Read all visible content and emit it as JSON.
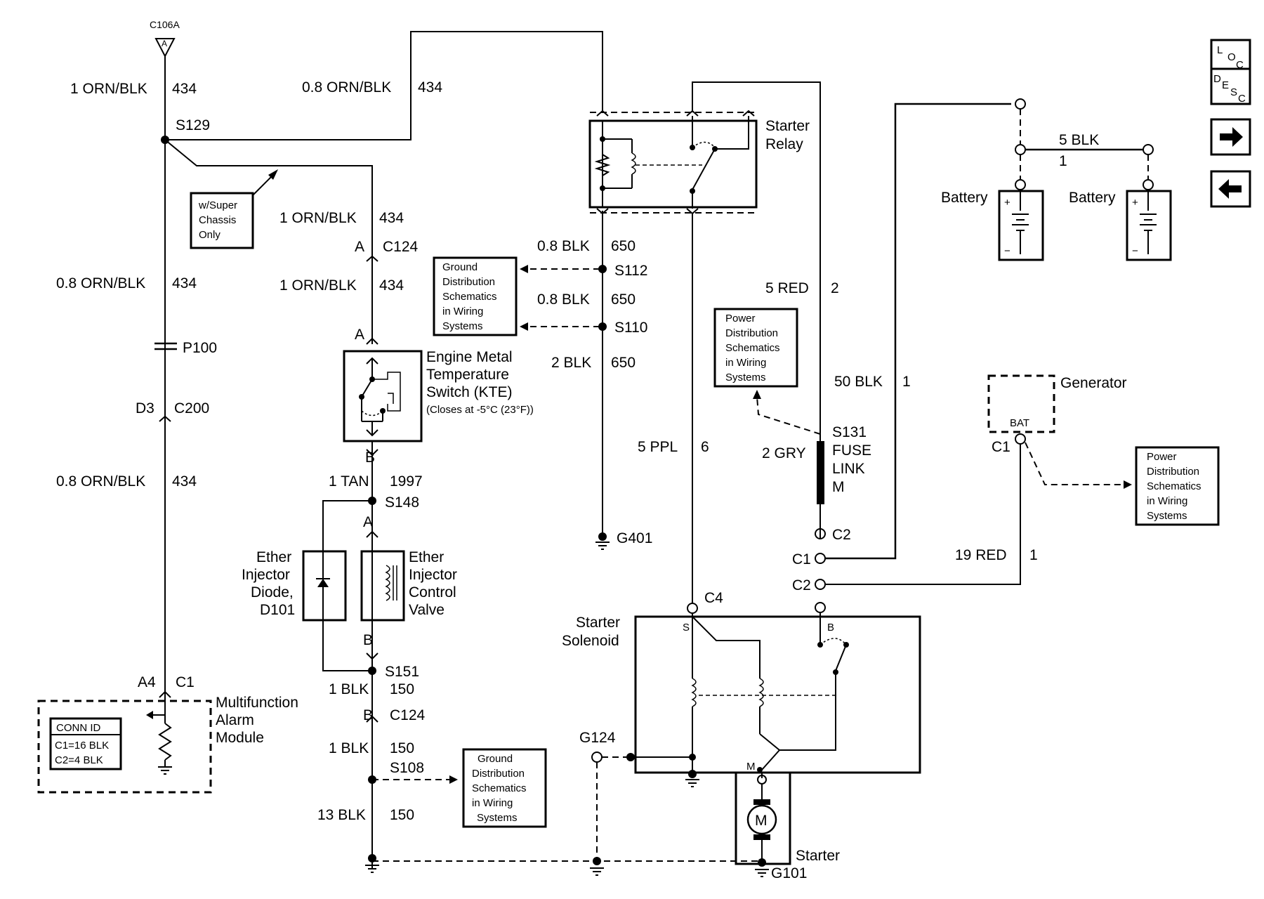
{
  "wires": {
    "w434_top_left": {
      "gauge": "1 ORN/BLK",
      "circuit": "434"
    },
    "w434_top_mid": {
      "gauge": "0.8 ORN/BLK",
      "circuit": "434"
    },
    "w434_kte_upper": {
      "gauge": "1 ORN/BLK",
      "circuit": "434"
    },
    "w434_kte_lower": {
      "gauge": "1 ORN/BLK",
      "circuit": "434"
    },
    "w434_left_upper": {
      "gauge": "0.8 ORN/BLK",
      "circuit": "434"
    },
    "w434_left_lower": {
      "gauge": "0.8 ORN/BLK",
      "circuit": "434"
    },
    "w650_a": {
      "gauge": "0.8 BLK",
      "circuit": "650"
    },
    "w650_b": {
      "gauge": "0.8 BLK",
      "circuit": "650"
    },
    "w650_c": {
      "gauge": "2 BLK",
      "circuit": "650"
    },
    "w1997": {
      "gauge": "1 TAN",
      "circuit": "1997"
    },
    "w150_a": {
      "gauge": "1 BLK",
      "circuit": "150"
    },
    "w150_b": {
      "gauge": "1 BLK",
      "circuit": "150"
    },
    "w150_c": {
      "gauge": "13 BLK",
      "circuit": "150"
    },
    "w6": {
      "gauge": "5 PPL",
      "circuit": "6"
    },
    "w2_red": {
      "gauge": "5 RED",
      "circuit": "2"
    },
    "w1_50blk": {
      "gauge": "50 BLK",
      "circuit": "1"
    },
    "w2gry": {
      "gauge": "2 GRY"
    },
    "w19red": {
      "gauge": "19 RED",
      "circuit": "1"
    },
    "w5blk": {
      "gauge": "5 BLK",
      "circuit": "1"
    }
  },
  "connectors": {
    "c106a": "C106A",
    "c106a_pin": "A",
    "s129": "S129",
    "p100": "P100",
    "d3": "D3",
    "c200": "C200",
    "a4": "A4",
    "c1_mam": "C1",
    "kte_a_top": "A",
    "c124_top": "C124",
    "kte_a_bottom": "A",
    "kte_b": "B",
    "s148": "S148",
    "ether_a": "A",
    "ether_b": "B",
    "s151": "S151",
    "c124_b_pin": "B",
    "c124_bottom": "C124",
    "s108": "S108",
    "s112": "S112",
    "s110": "S110",
    "g401": "G401",
    "g124": "G124",
    "g101": "G101",
    "c4": "C4",
    "sol_s": "S",
    "sol_b": "B",
    "sol_m": "M",
    "s131": "S131",
    "fuse_link": [
      "FUSE",
      "LINK",
      "M"
    ],
    "c2_top": "C2",
    "c1_starter": "C1",
    "c2_starter": "C2",
    "gen_c1": "C1",
    "gen_bat": "BAT",
    "motor_m": "M"
  },
  "components": {
    "super_chassis_note": [
      "w/Super",
      "Chassis",
      "Only"
    ],
    "kte_label": [
      "Engine Metal",
      "Temperature",
      "Switch (KTE)"
    ],
    "kte_note": "(Closes at -5°C (23°F))",
    "ether_diode": [
      "Ether",
      "Injector",
      "Diode,",
      "D101"
    ],
    "ether_valve": [
      "Ether",
      "Injector",
      "Control",
      "Valve"
    ],
    "mam": [
      "Multifunction",
      "Alarm",
      "Module"
    ],
    "conn_id": [
      "CONN ID",
      "C1=16 BLK",
      "C2=4 BLK"
    ],
    "starter_relay": [
      "Starter",
      "Relay"
    ],
    "starter_solenoid": [
      "Starter",
      "Solenoid"
    ],
    "starter": "Starter",
    "generator": "Generator",
    "battery_left": "Battery",
    "battery_right": "Battery",
    "battery_plus": "+",
    "battery_minus": "−"
  },
  "references": {
    "ground_dist_1": [
      "Ground",
      "Distribution",
      "Schematics",
      "in Wiring",
      "Systems"
    ],
    "ground_dist_2": [
      "Ground",
      "Distribution",
      "Schematics",
      "in Wiring",
      "Systems"
    ],
    "power_dist_1": [
      "Power",
      "Distribution",
      "Schematics",
      "in Wiring",
      "Systems"
    ],
    "power_dist_2": [
      "Power",
      "Distribution",
      "Schematics",
      "in Wiring",
      "Systems"
    ]
  },
  "nav": {
    "loc": {
      "l": "L",
      "o": "O",
      "c": "C"
    },
    "desc": {
      "d": "D",
      "e": "E",
      "s": "S",
      "c": "C"
    },
    "next": "next-arrow-icon",
    "prev": "prev-arrow-icon"
  }
}
